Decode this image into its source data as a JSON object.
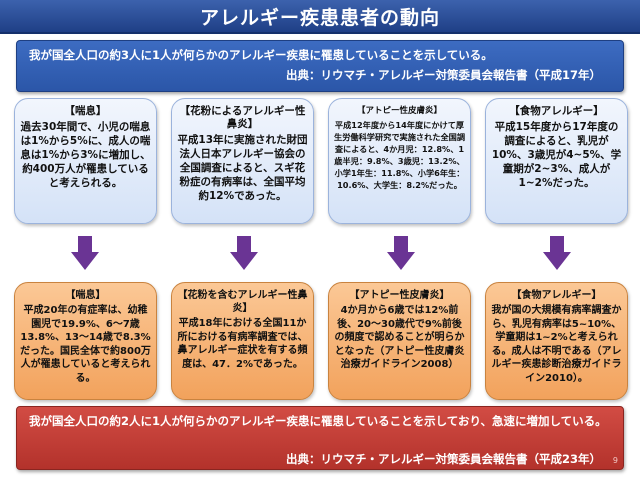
{
  "title": "アレルギー疾患患者の動向",
  "top_summary": {
    "text": "我が国全人口の約3人に1人が何らかのアレルギー疾患に罹患していることを示している。",
    "source": "出典：リウマチ・アレルギー対策委員会報告書（平成17年）"
  },
  "blue_cards": [
    {
      "heading": "【喘息】",
      "body": "過去30年間で、小児の喘息は1%から5%に、成人の喘息は1%から3%に増加し、約400万人が罹患していると考えられる。"
    },
    {
      "heading": "【花粉によるアレルギー性鼻炎】",
      "body": "平成13年に実施された財団法人日本アレルギー協会の全国調査によると、スギ花粉症の有病率は、全国平均約12%であった。"
    },
    {
      "heading": "【アトピー性皮膚炎】",
      "body": "平成12年度から14年度にかけて厚生労働科学研究で実施された全国調査によると、4か月児：12.8%、1歳半児：9.8%、3歳児：13.2%、小学1年生：11.8%、小学6年生：10.6%、大学生：8.2%だった。"
    },
    {
      "heading": "【食物アレルギー】",
      "body": "平成15年度から17年度の調査によると、乳児が10%、3歳児が4~5%、学童期が2~3%、成人が1~2%だった。"
    }
  ],
  "orange_cards": [
    {
      "heading": "【喘息】",
      "body": "平成20年の有症率は、幼稚園児で19.9%、6～7歳13.8%、13～14歳で8.3%だった。国民全体で約800万人が罹患していると考えられる。"
    },
    {
      "heading": "【花粉を含むアレルギー性鼻炎】",
      "body": "平成18年における全国11か所における有病率調査では、鼻アレルギー症状を有する頻度は、47．2%であった。"
    },
    {
      "heading": "【アトピー性皮膚炎】",
      "body": "4か月から6歳では12%前後、20～30歳代で9%前後の頻度で認めることが明らかとなった（アトピー性皮膚炎治療ガイドライン2008）"
    },
    {
      "heading": "【食物アレルギー】",
      "body": "我が国の大規模有病率調査から、乳児有病率は5~10%、学童期は1~2%と考えられる。成人は不明である（アレルギー疾患診断治療ガイドライン2010）。"
    }
  ],
  "bottom_summary": {
    "text": "我が国全人口の約2人に1人が何らかのアレルギー疾患に罹患していることを示しており、急速に増加している。",
    "source": "出典：リウマチ・アレルギー対策委員会報告書（平成23年）",
    "page_number": "9"
  },
  "icons": [
    "down-arrow-icon"
  ],
  "colors": {
    "title_bar": "#2a4f9a",
    "top_summary": "#3561b5",
    "bottom_summary": "#c0392f",
    "blue_card": "#dfe9f8",
    "orange_card": "#f5b274",
    "arrow": "#6a3494"
  }
}
